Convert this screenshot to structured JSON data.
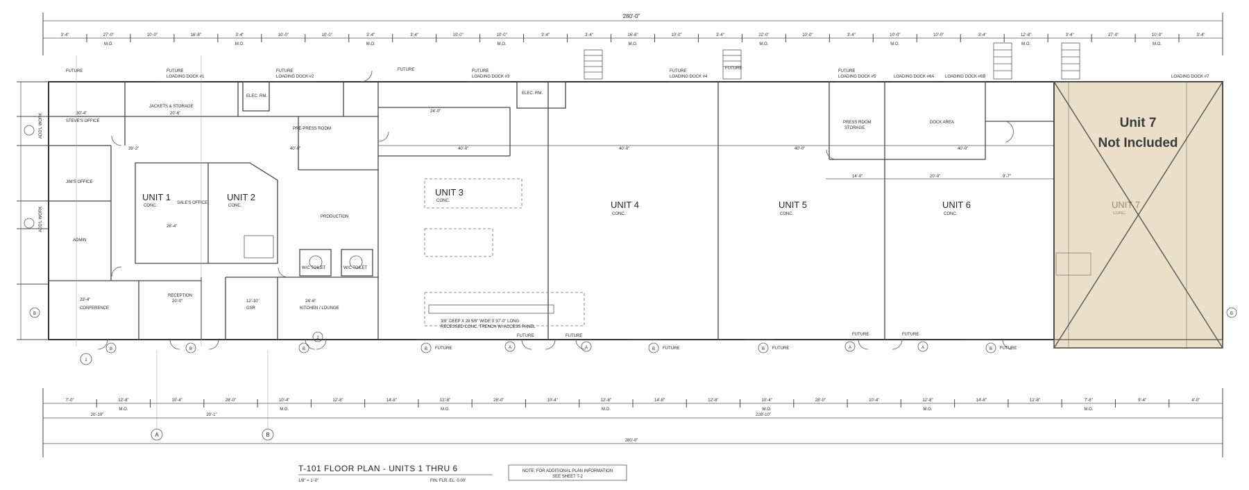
{
  "drawing": {
    "sheet_title": "T-101  FLOOR PLAN - UNITS 1 THRU 6",
    "scale": "1/8\" = 1'-0\"",
    "fin_flr": "FIN. FLR. EL. 0.00'",
    "note_line1": "NOTE: FOR ADDITIONAL PLAN INFORMATION",
    "note_line2": "SEE SHEET T-2"
  },
  "overall_dims": {
    "top": "280'-0\"",
    "bottom": "280'-0\"",
    "bottom_mid": "228'-10\"",
    "bottom_left1": "20'-10\"",
    "bottom_left2": "20'-1\""
  },
  "top_dims": [
    "3'-4\"",
    "27'-0\"",
    "10'-0\"",
    "16'-8\"",
    "3'-4\"",
    "10'-0\"",
    "10'-0\"",
    "3'-4\"",
    "3'-4\"",
    "10'-0\"",
    "10'-0\"",
    "3'-4\"",
    "3'-4\"",
    "16'-8\"",
    "10'-0\"",
    "3'-4\"",
    "22'-0\"",
    "10'-0\"",
    "3'-4\"",
    "10'-0\"",
    "10'-0\"",
    "3'-4\"",
    "12'-8\"",
    "3'-4\"",
    "27'-0\"",
    "10'-0\"",
    "3'-4\""
  ],
  "bottom_dims": [
    "7'-0\"",
    "12'-8\"",
    "10'-4\"",
    "28'-0\"",
    "10'-4\"",
    "12'-8\"",
    "14'-8\"",
    "12'-8\"",
    "28'-0\"",
    "10'-4\"",
    "12'-8\"",
    "14'-8\"",
    "12'-8\"",
    "10'-4\"",
    "28'-0\"",
    "10'-4\"",
    "12'-8\"",
    "14'-8\"",
    "12'-8\"",
    "7'-8\"",
    "9'-4\"",
    "4'-0\""
  ],
  "mo": "M.O.",
  "future": "FUTURE",
  "docks": {
    "d1": "LOADING DOCK #1",
    "d2": "LOADING DOCK #2",
    "d3": "LOADING DOCK #3",
    "d4": "LOADING DOCK #4",
    "d5": "LOADING DOCK #5",
    "d6a": "LOADING DOCK #6A",
    "d6b": "LOADING DOCK #6B",
    "d7": "LOADING DOCK #7"
  },
  "rooms": {
    "steves_office": "STEVE'S OFFICE",
    "jackets": "JACKETS & STORAGE",
    "elec_rm": "ELEC. RM.",
    "pre_press": "PRE-PRESS ROOM",
    "jims_office": "JIM'S OFFICE",
    "sales_office": "SALE'S OFFICE",
    "admin": "ADMIN",
    "production": "PRODUCTION",
    "conference": "CONFERENCE",
    "reception": "RECEPTION",
    "gsr": "GSR",
    "kitchen": "KITCHEN / LOUNGE",
    "elec_room2": "ELEC. RM.",
    "press_room": "PRESS ROOM",
    "storage": "STORAGE",
    "dock_area": "DOCK AREA",
    "wc_toilet1": "W/C TOILET",
    "wc_toilet2": "W/C TOILET",
    "addl_work1": "ADD'L WORK",
    "addl_work2": "ADD'L WORK"
  },
  "units": [
    {
      "name": "UNIT 1",
      "sub": "CONC."
    },
    {
      "name": "UNIT 2",
      "sub": "CONC."
    },
    {
      "name": "UNIT 3",
      "sub": "CONC."
    },
    {
      "name": "UNIT 4",
      "sub": "CONC."
    },
    {
      "name": "UNIT 5",
      "sub": "CONC."
    },
    {
      "name": "UNIT 6",
      "sub": "CONC."
    },
    {
      "name": "UNIT 7",
      "sub": "CONC."
    }
  ],
  "trench_note_line1": "3/8\" DEEP X 28 5/8\" WIDE X 37'-0\" LONG",
  "trench_note_line2": "RECESSED CONC. TRENCH W/ ACCESS PANEL",
  "unit7_overlay": {
    "line1": "Unit 7",
    "line2": "Not Included",
    "fill_color": "#d8c49a",
    "text_color": "#3a3a3a"
  },
  "grid_bubbles": {
    "a": "A",
    "b": "B",
    "one": "1",
    "two": "2"
  },
  "inner_dims": {
    "d_30_4": "30'-4\"",
    "d_20_6": "20'-6\"",
    "d_39_2": "39'-2\"",
    "d_40_0a": "40'-0\"",
    "d_40_0b": "40'-0\"",
    "d_40_0c": "40'-0\"",
    "d_40_0d": "40'-0\"",
    "d_40_0e": "40'-0\"",
    "d_24_0": "24'-0\"",
    "d_14_0": "14'-0\"",
    "d_20_0": "20'-0\"",
    "d_9_7": "9'-7\"",
    "d_26_4": "26'-4\"",
    "d_29_4": "29'-4\"",
    "d_20_0b": "20'-0\"",
    "d_12_10": "12'-10\"",
    "d_24_6": "24'-6\""
  }
}
